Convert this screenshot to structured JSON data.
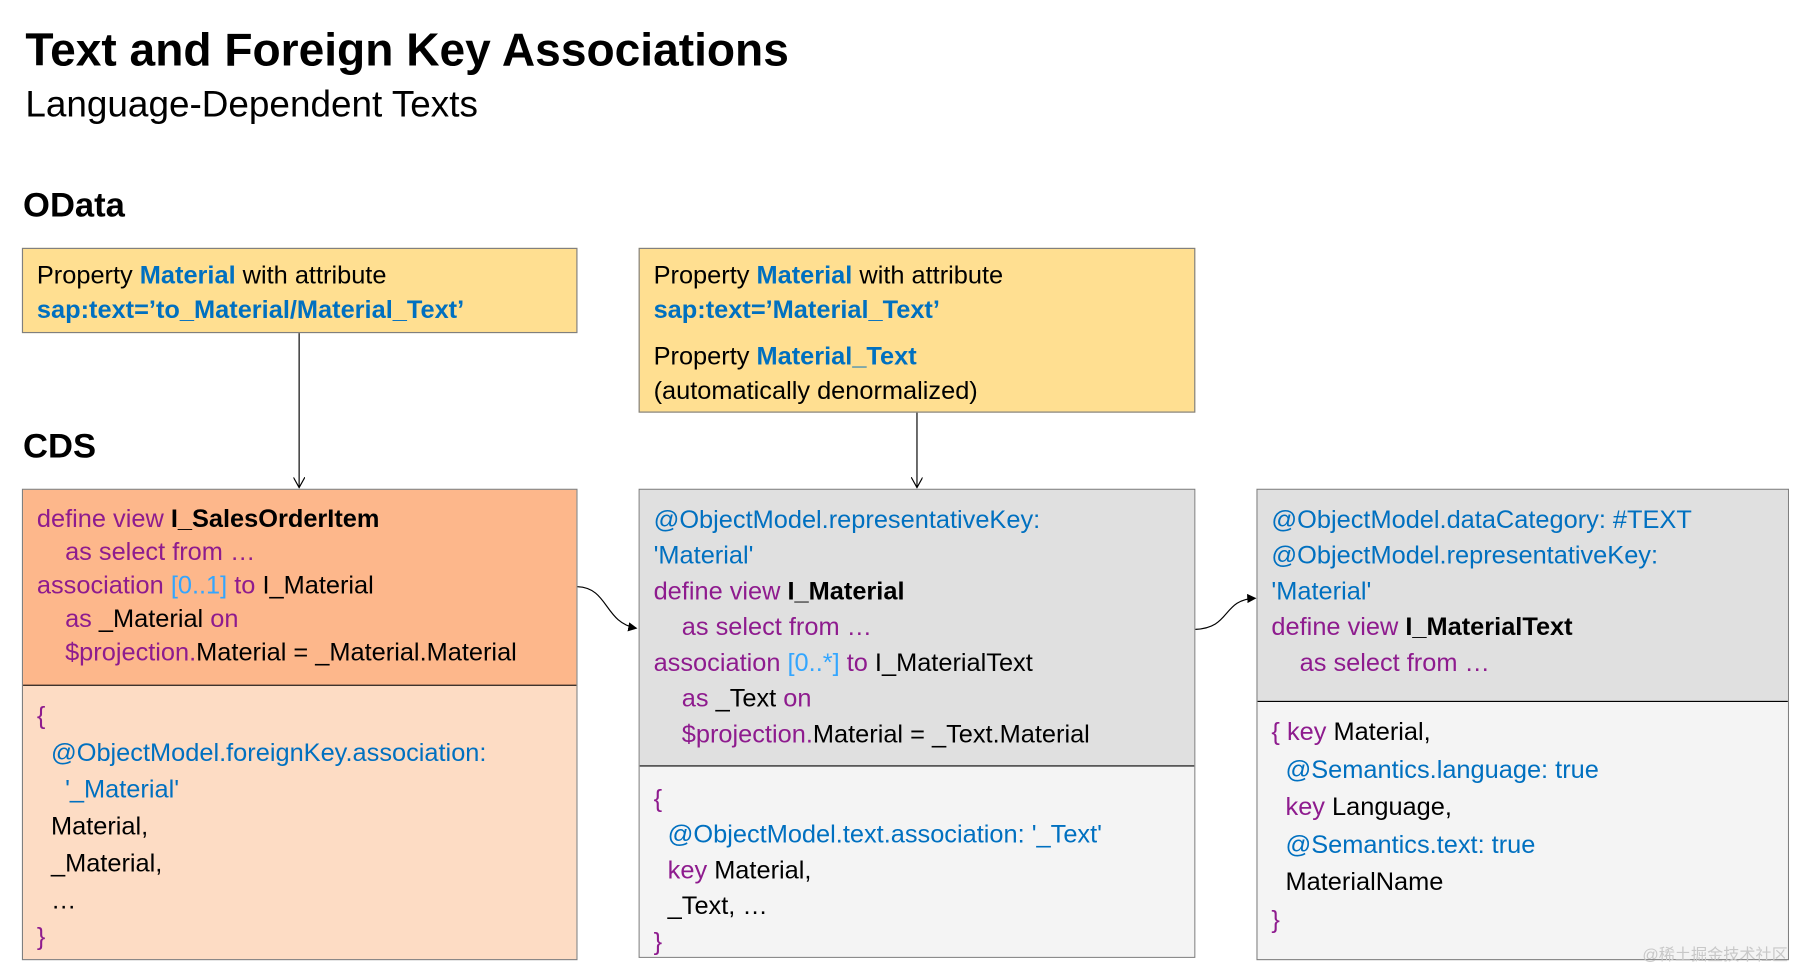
{
  "title": "Text and Foreign Key Associations",
  "subtitle": "Language-Dependent Texts",
  "sections": {
    "odata": "OData",
    "cds": "CDS"
  },
  "colors": {
    "keyword": "#8E1B8E",
    "annotation": "#0070C0",
    "cardinality": "#33A6FF",
    "odata_box": "#FFDF91",
    "sales_header": "#FDB78B",
    "sales_body": "#FDDCC4",
    "view_header": "#E0E0E0",
    "view_body": "#F4F4F4"
  },
  "odata_boxes": [
    {
      "lines": [
        [
          {
            "t": "Property ",
            "c": "t"
          },
          {
            "t": "Material",
            "c": "ab"
          },
          {
            "t": " with attribute",
            "c": "t"
          }
        ],
        [
          {
            "t": "sap:text=’to_Material/Material_Text’",
            "c": "ab"
          }
        ]
      ]
    },
    {
      "lines": [
        [
          {
            "t": "Property ",
            "c": "t"
          },
          {
            "t": "Material",
            "c": "ab"
          },
          {
            "t": " with attribute",
            "c": "t"
          }
        ],
        [
          {
            "t": "sap:text=’Material_Text’",
            "c": "ab"
          }
        ],
        [
          {
            "t": "",
            "c": "t"
          }
        ],
        [
          {
            "t": "Property ",
            "c": "t"
          },
          {
            "t": "Material_Text",
            "c": "ab"
          }
        ],
        [
          {
            "t": "(automatically denormalized)",
            "c": "t"
          }
        ]
      ]
    }
  ],
  "cds_boxes": [
    {
      "header": [
        [
          {
            "t": "define view ",
            "c": "k"
          },
          {
            "t": "I_SalesOrderItem",
            "c": "b"
          }
        ],
        [
          {
            "t": "    as select from …",
            "c": "k"
          }
        ],
        [
          {
            "t": "association ",
            "c": "k"
          },
          {
            "t": "[0..1]",
            "c": "n"
          },
          {
            "t": " to ",
            "c": "k"
          },
          {
            "t": "I_Material",
            "c": "t"
          }
        ],
        [
          {
            "t": "    as ",
            "c": "k"
          },
          {
            "t": "_Material",
            "c": "t"
          },
          {
            "t": " on",
            "c": "k"
          }
        ],
        [
          {
            "t": "    $projection.",
            "c": "k"
          },
          {
            "t": "Material = _Material.Material",
            "c": "t"
          }
        ]
      ],
      "body": [
        [
          {
            "t": "{",
            "c": "k"
          }
        ],
        [
          {
            "t": "  @ObjectModel.foreignKey.association:",
            "c": "a"
          }
        ],
        [
          {
            "t": "    '_Material'",
            "c": "a"
          }
        ],
        [
          {
            "t": "  Material,",
            "c": "t"
          }
        ],
        [
          {
            "t": "  _Material,",
            "c": "t"
          }
        ],
        [
          {
            "t": "  …",
            "c": "t"
          }
        ],
        [
          {
            "t": "}",
            "c": "k"
          }
        ]
      ]
    },
    {
      "header": [
        [
          {
            "t": "@ObjectModel.representativeKey:",
            "c": "a"
          }
        ],
        [
          {
            "t": "'Material'",
            "c": "a"
          }
        ],
        [
          {
            "t": "define view ",
            "c": "k"
          },
          {
            "t": "I_Material",
            "c": "b"
          }
        ],
        [
          {
            "t": "    as select from …",
            "c": "k"
          }
        ],
        [
          {
            "t": "association ",
            "c": "k"
          },
          {
            "t": "[0..*]",
            "c": "n"
          },
          {
            "t": " to ",
            "c": "k"
          },
          {
            "t": "I_MaterialText",
            "c": "t"
          }
        ],
        [
          {
            "t": "    as ",
            "c": "k"
          },
          {
            "t": "_Text",
            "c": "t"
          },
          {
            "t": " on",
            "c": "k"
          }
        ],
        [
          {
            "t": "    $projection.",
            "c": "k"
          },
          {
            "t": "Material = _Text.Material",
            "c": "t"
          }
        ]
      ],
      "body": [
        [
          {
            "t": "{",
            "c": "k"
          }
        ],
        [
          {
            "t": "  @ObjectModel.text.association: '_Text'",
            "c": "a"
          }
        ],
        [
          {
            "t": "  key ",
            "c": "k"
          },
          {
            "t": "Material,",
            "c": "t"
          }
        ],
        [
          {
            "t": "  _Text, …",
            "c": "t"
          }
        ],
        [
          {
            "t": "}",
            "c": "k"
          }
        ]
      ]
    },
    {
      "header": [
        [
          {
            "t": "@ObjectModel.dataCategory: #TEXT",
            "c": "a"
          }
        ],
        [
          {
            "t": "@ObjectModel.representativeKey:",
            "c": "a"
          }
        ],
        [
          {
            "t": "'Material'",
            "c": "a"
          }
        ],
        [
          {
            "t": "define view ",
            "c": "k"
          },
          {
            "t": "I_MaterialText",
            "c": "b"
          }
        ],
        [
          {
            "t": "    as select from …",
            "c": "k"
          }
        ]
      ],
      "body": [
        [
          {
            "t": "{ key ",
            "c": "k"
          },
          {
            "t": "Material,",
            "c": "t"
          }
        ],
        [
          {
            "t": "  @Semantics.language: true",
            "c": "a"
          }
        ],
        [
          {
            "t": "  key ",
            "c": "k"
          },
          {
            "t": "Language,",
            "c": "t"
          }
        ],
        [
          {
            "t": "  @Semantics.text: true",
            "c": "a"
          }
        ],
        [
          {
            "t": "  MaterialName",
            "c": "t"
          }
        ],
        [
          {
            "t": "}",
            "c": "k"
          }
        ]
      ]
    }
  ],
  "watermark": "@稀土掘金技术社区"
}
